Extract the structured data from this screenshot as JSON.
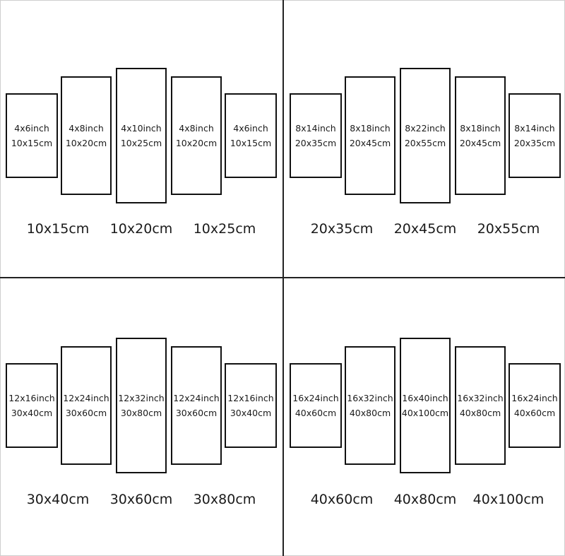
{
  "quadrants": [
    {
      "panels": [
        {
          "inch": "4x6inch",
          "cm": "10x15cm"
        },
        {
          "inch": "4x8inch",
          "cm": "10x20cm"
        },
        {
          "inch": "4x10inch",
          "cm": "10x25cm"
        },
        {
          "inch": "4x8inch",
          "cm": "10x20cm"
        },
        {
          "inch": "4x6inch",
          "cm": "10x15cm"
        }
      ],
      "sizes": [
        "10x15cm",
        "10x20cm",
        "10x25cm"
      ]
    },
    {
      "panels": [
        {
          "inch": "8x14inch",
          "cm": "20x35cm"
        },
        {
          "inch": "8x18inch",
          "cm": "20x45cm"
        },
        {
          "inch": "8x22inch",
          "cm": "20x55cm"
        },
        {
          "inch": "8x18inch",
          "cm": "20x45cm"
        },
        {
          "inch": "8x14inch",
          "cm": "20x35cm"
        }
      ],
      "sizes": [
        "20x35cm",
        "20x45cm",
        "20x55cm"
      ]
    },
    {
      "panels": [
        {
          "inch": "12x16inch",
          "cm": "30x40cm"
        },
        {
          "inch": "12x24inch",
          "cm": "30x60cm"
        },
        {
          "inch": "12x32inch",
          "cm": "30x80cm"
        },
        {
          "inch": "12x24inch",
          "cm": "30x60cm"
        },
        {
          "inch": "12x16inch",
          "cm": "30x40cm"
        }
      ],
      "sizes": [
        "30x40cm",
        "30x60cm",
        "30x80cm"
      ]
    },
    {
      "panels": [
        {
          "inch": "16x24inch",
          "cm": "40x60cm"
        },
        {
          "inch": "16x32inch",
          "cm": "40x80cm"
        },
        {
          "inch": "16x40inch",
          "cm": "40x100cm"
        },
        {
          "inch": "16x32inch",
          "cm": "40x80cm"
        },
        {
          "inch": "16x24inch",
          "cm": "40x60cm"
        }
      ],
      "sizes": [
        "40x60cm",
        "40x80cm",
        "40x100cm"
      ]
    }
  ]
}
